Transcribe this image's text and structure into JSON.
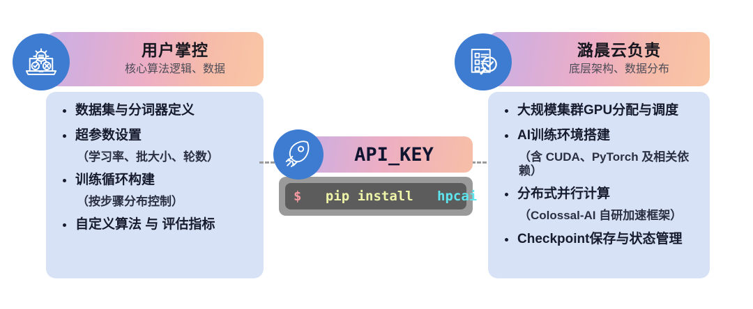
{
  "left": {
    "icon": "laptop-gear-icon",
    "title": "用户掌控",
    "subtitle": "核心算法逻辑、数据",
    "items": [
      {
        "kind": "main",
        "text": "数据集与分词器定义"
      },
      {
        "kind": "main",
        "text": "超参数设置"
      },
      {
        "kind": "sub",
        "text": "（学习率、批大小、轮数）"
      },
      {
        "kind": "main",
        "text": "训练循环构建"
      },
      {
        "kind": "sub",
        "text": "（按步骤分布控制）"
      },
      {
        "kind": "main",
        "text": "自定义算法 与 评估指标"
      }
    ]
  },
  "right": {
    "icon": "clipboard-search-check-icon",
    "title": "潞晨云负责",
    "subtitle": "底层架构、数据分布",
    "items": [
      {
        "kind": "main",
        "text": "大规模集群GPU分配与调度"
      },
      {
        "kind": "main",
        "text": "AI训练环境搭建"
      },
      {
        "kind": "sub",
        "text": "（含 CUDA、PyTorch 及相关依赖）"
      },
      {
        "kind": "main",
        "text": "分布式并行计算"
      },
      {
        "kind": "sub",
        "text": "（Colossal-AI 自研加速框架）"
      },
      {
        "kind": "main",
        "text": "Checkpoint保存与状态管理"
      }
    ]
  },
  "center": {
    "icon": "rocket-icon",
    "api_label": "API_KEY",
    "terminal": {
      "prompt": "$",
      "command": "pip install",
      "package": "hpcai"
    }
  },
  "colors": {
    "badge_blue": "#3d7cd1",
    "panel_blue": "#d7e2f6",
    "gradient_start": "#c9b0e4",
    "gradient_end": "#f9c6a4",
    "terminal_outer": "#9a9a9a",
    "terminal_inner": "#5c5c5c",
    "prompt": "#f79aa0",
    "command": "#eef5a8",
    "package": "#5ee6f0",
    "text_dark": "#161b2e"
  }
}
